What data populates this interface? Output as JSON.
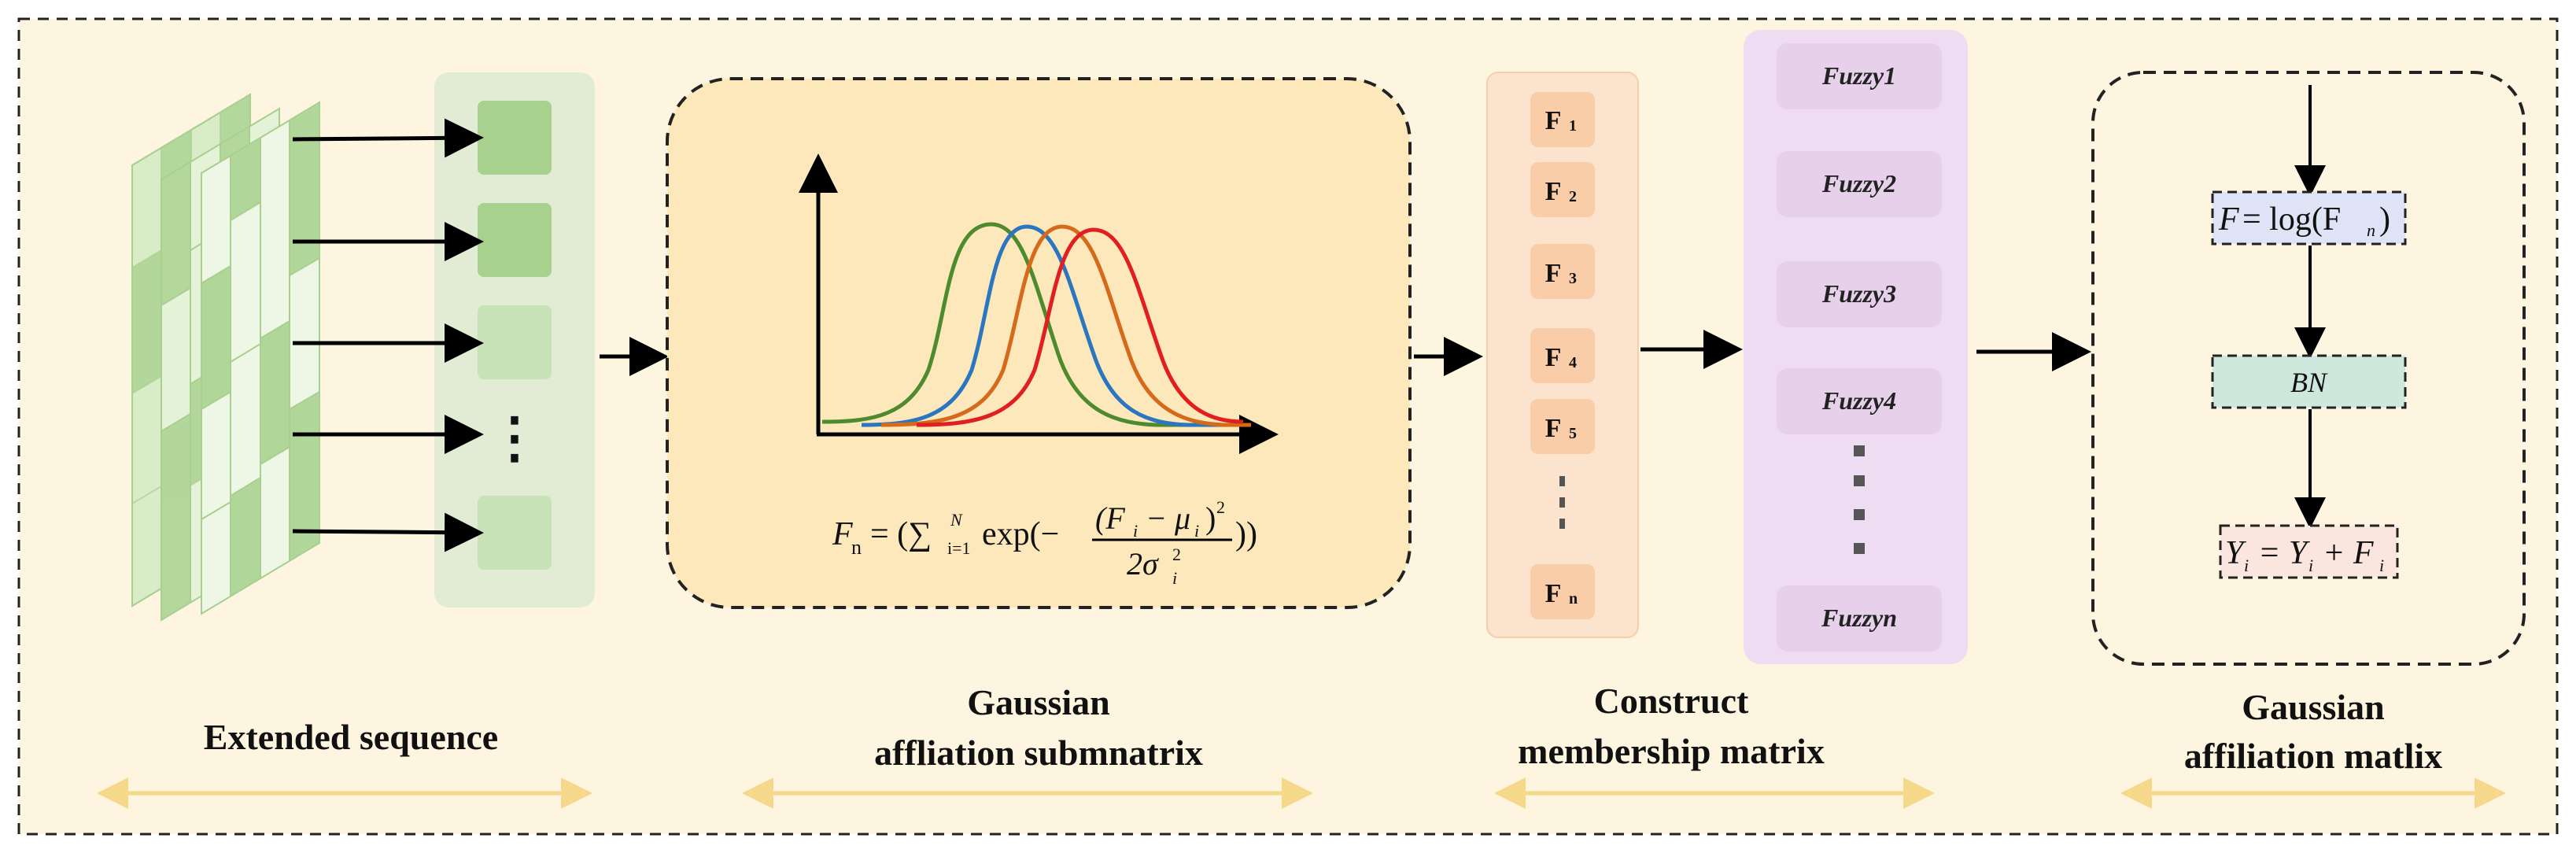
{
  "sections": {
    "extended_sequence": {
      "label": "Extended sequence"
    },
    "gaussian_submatrix": {
      "label_line1": "Gaussian",
      "label_line2": "affliation submnatrix"
    },
    "membership_matrix": {
      "label_line1": "Construct",
      "label_line2": "membership matrix"
    },
    "affiliation_matrix": {
      "label_line1": "Gaussian",
      "label_line2": "affiliation matlix"
    }
  },
  "sequence_dots": "⋮",
  "formula": {
    "lhs": "F",
    "lhs_sub": "n",
    "eq_sum": "= (∑",
    "sum_upper": "N",
    "sum_lower": "i=1",
    "exp_open": "exp(−",
    "numerator": "(F",
    "num_sub_i": "i",
    "num_minus": "− μ",
    "num_sub_i2": "i",
    "num_close": ")",
    "num_sup": "2",
    "denominator": "2σ",
    "den_sub": "i",
    "den_sup": "2",
    "close": "))"
  },
  "feature_boxes": [
    {
      "main": "F",
      "sub": "1"
    },
    {
      "main": "F",
      "sub": "2"
    },
    {
      "main": "F",
      "sub": "3"
    },
    {
      "main": "F",
      "sub": "4"
    },
    {
      "main": "F",
      "sub": "5"
    },
    {
      "main": "F",
      "sub": "n"
    }
  ],
  "fuzzy_boxes": [
    "Fuzzy1",
    "Fuzzy2",
    "Fuzzy3",
    "Fuzzy4",
    "Fuzzyn"
  ],
  "pipeline": {
    "log_formula": {
      "lhs": "F",
      "eq": "= log(F",
      "sub": "n",
      "close": ")"
    },
    "bn_label": "BN",
    "residual_formula": {
      "y1": "Y",
      "s1": "i",
      "eq": "= Y",
      "s2": "i",
      "plus": "+ F",
      "s3": "i"
    }
  },
  "colors": {
    "background": "#fdf5df",
    "green_panel": "#e2ecd4",
    "green_dark": "#a7d18d",
    "green_light": "#c8e2b8",
    "gaussian_panel": "#fde8bc",
    "feature_panel": "#fbe3cd",
    "feature_box": "#f9cda8",
    "fuzzy_panel": "#eedcf3",
    "fuzzy_box": "#e6d0ea",
    "log_box": "#dfe3f6",
    "bn_box": "#cfe8dd",
    "residual_box": "#fbe6df",
    "curve_colors": [
      "#4e8a2e",
      "#2b76c0",
      "#d46a1a",
      "#e02020"
    ],
    "double_arrow": "#f6d88a"
  }
}
